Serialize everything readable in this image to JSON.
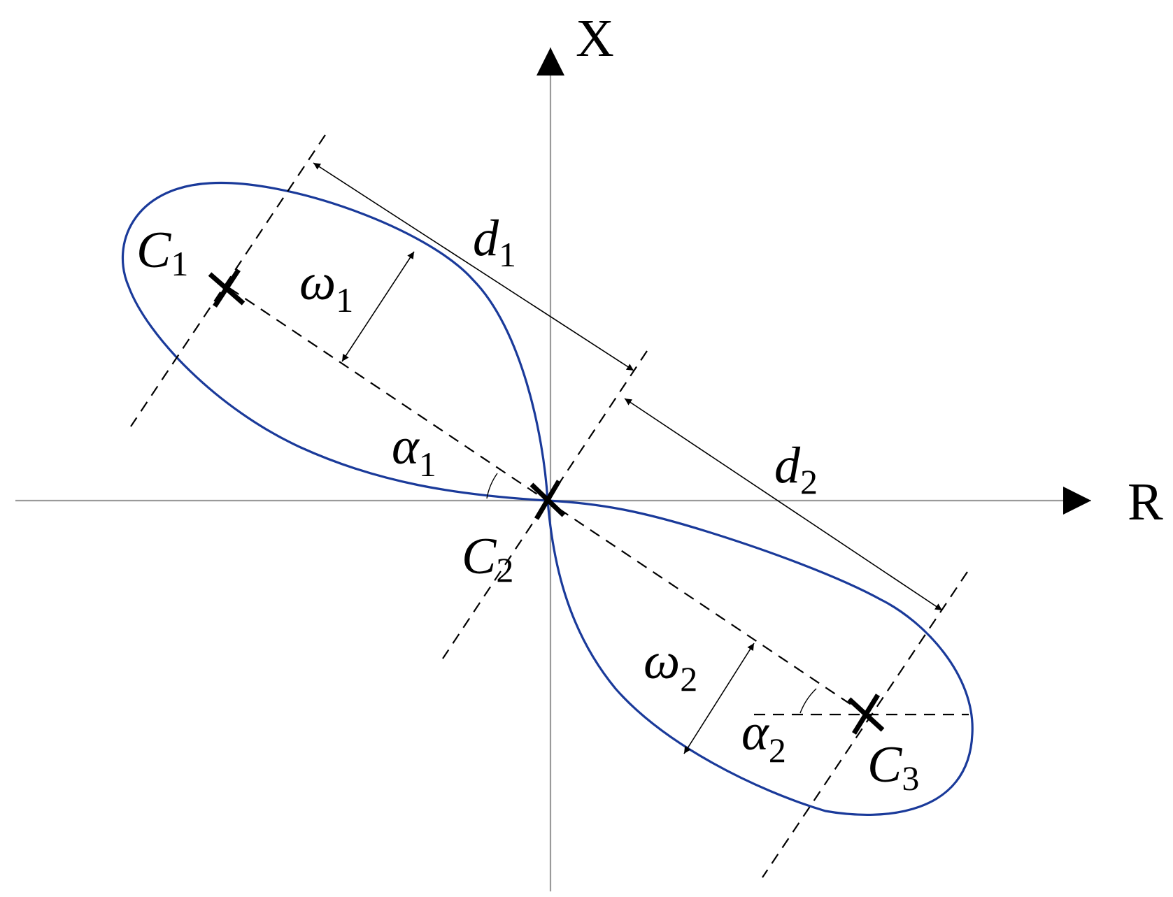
{
  "diagram": {
    "axes": {
      "x_label": "R",
      "y_label": "X"
    },
    "points": [
      {
        "name": "C",
        "sub": "1"
      },
      {
        "name": "C",
        "sub": "2"
      },
      {
        "name": "C",
        "sub": "3"
      }
    ],
    "dimensions": [
      {
        "name": "d",
        "sub": "1"
      },
      {
        "name": "d",
        "sub": "2"
      }
    ],
    "widths": [
      {
        "name": "ω",
        "sub": "1"
      },
      {
        "name": "ω",
        "sub": "2"
      }
    ],
    "angles": [
      {
        "name": "α",
        "sub": "1"
      },
      {
        "name": "α",
        "sub": "2"
      }
    ],
    "colors": {
      "curve": "#1a3a9a",
      "axes": "#9a9a9a",
      "annotation": "#000000"
    }
  }
}
